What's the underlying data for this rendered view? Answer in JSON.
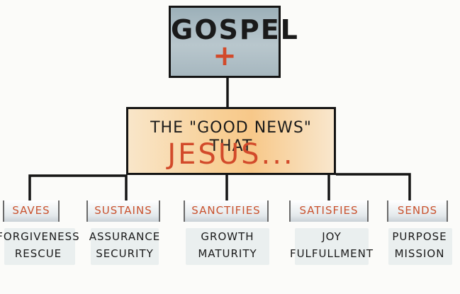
{
  "top": {
    "title": "GOSPEL",
    "symbol": "+"
  },
  "middle": {
    "line1": "THE \"GOOD NEWS\" THAT",
    "line2": "JESUS..."
  },
  "categories": [
    {
      "label": "SAVES",
      "desc1": "FORGIVENESS",
      "desc2": "RESCUE"
    },
    {
      "label": "SUSTAINS",
      "desc1": "ASSURANCE",
      "desc2": "SECURITY"
    },
    {
      "label": "SANCTIFIES",
      "desc1": "GROWTH",
      "desc2": "MATURITY"
    },
    {
      "label": "SATISFIES",
      "desc1": "JOY",
      "desc2": "FULFULLMENT"
    },
    {
      "label": "SENDS",
      "desc1": "PURPOSE",
      "desc2": "MISSION"
    }
  ],
  "colors": {
    "accent": "#d24a2a",
    "top_box": "#a6b7bf",
    "middle_box": "#f7c889"
  }
}
